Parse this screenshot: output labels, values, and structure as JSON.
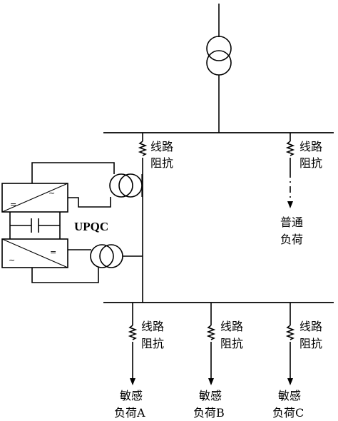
{
  "labels": {
    "line_impedance_top_left": [
      "线路",
      "阻抗"
    ],
    "line_impedance_top_right": [
      "线路",
      "阻抗"
    ],
    "normal_load": [
      "普通",
      "负荷"
    ],
    "upqc": "UPQC",
    "line_impedance_a": [
      "线路",
      "阻抗"
    ],
    "line_impedance_b": [
      "线路",
      "阻抗"
    ],
    "line_impedance_c": [
      "线路",
      "阻抗"
    ],
    "sensitive_load_a": [
      "敏感",
      "负荷A"
    ],
    "sensitive_load_b": [
      "敏感",
      "负荷B"
    ],
    "sensitive_load_c": [
      "敏感",
      "负荷C"
    ]
  },
  "converter_symbols": {
    "ac": "~",
    "dc": "="
  }
}
